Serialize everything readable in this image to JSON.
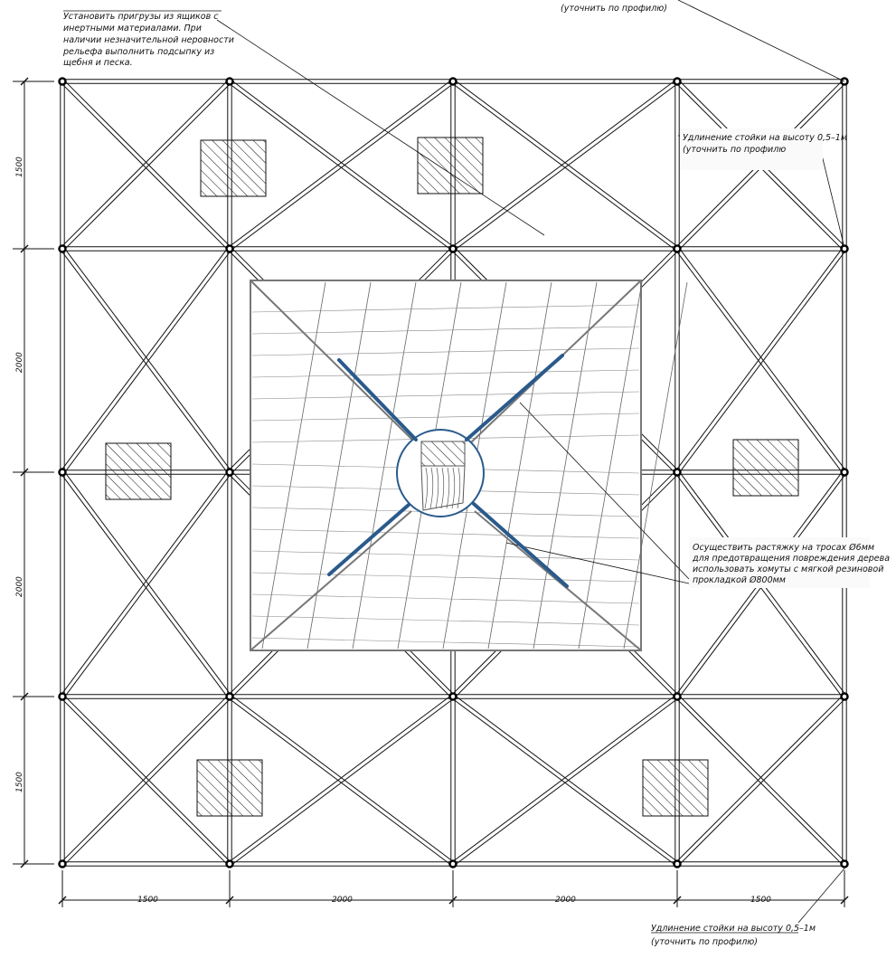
{
  "dimensions": {
    "horizontal": [
      "1500",
      "2000",
      "2000",
      "1500"
    ],
    "vertical": [
      "1500",
      "2000",
      "2000",
      "1500"
    ]
  },
  "notes": {
    "ballast": [
      "Установить пригрузы из ящиков с",
      "инертными материалами. При",
      "наличии незначительной неровности",
      "рельефа выполнить подсыпку из",
      "щебня и песка."
    ],
    "top_right": "(уточнить по профилю)",
    "post_right": [
      "Удлинение стойки на высоту 0,5–1м",
      "(уточнить по профилю"
    ],
    "ropes": [
      "Осуществить растяжку на тросах Ø6мм",
      "для предотвращения повреждения дерева",
      "использовать хомуты с мягкой резиновой",
      "прокладкой Ø800мм"
    ],
    "post_bottom": [
      "Удлинение стойки на высоту 0,5–1м",
      "(уточнить по профилю)"
    ]
  },
  "colors": {
    "rope": "#2a5a8c",
    "line": "#111111",
    "platform": "#777777"
  }
}
